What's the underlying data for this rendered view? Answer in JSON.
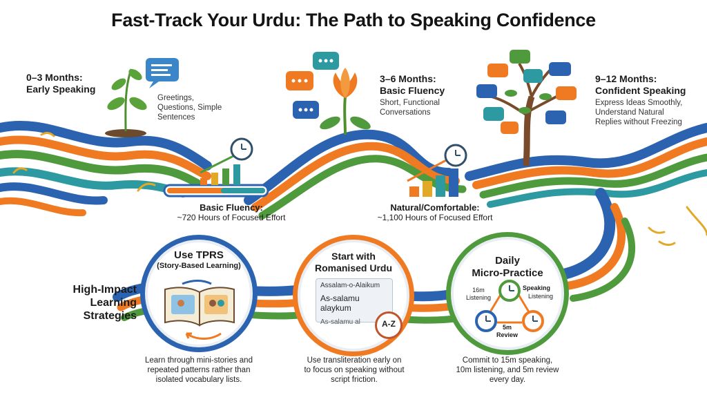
{
  "title": "Fast-Track Your Urdu: The Path to Speaking Confidence",
  "stages": [
    {
      "title_line1": "0–3 Months:",
      "title_line2": "Early Speaking",
      "desc_lines": [
        "Greetings,",
        "Questions, Simple",
        "Sentences"
      ]
    },
    {
      "title_line1": "3–6 Months:",
      "title_line2": "Basic Fluency",
      "desc_lines": [
        "Short, Functional",
        "Conversations"
      ]
    },
    {
      "title_line1": "9–12 Months:",
      "title_line2": "Confident Speaking",
      "desc_lines": [
        "Express Ideas Smoothly,",
        "Understand Natural",
        "Replies without Freezing"
      ]
    }
  ],
  "milestones": [
    {
      "label": "Basic Fluency:",
      "detail": "~720 Hours of Focused Effort"
    },
    {
      "label": "Natural/Comfortable:",
      "detail": "~1,100 Hours of Focused Effort"
    }
  ],
  "strategies_heading": [
    "High-Impact",
    "Learning",
    "Strategies"
  ],
  "strategies": [
    {
      "title_line1": "Use TPRS",
      "title_line2": "(Story-Based Learning)",
      "caption": [
        "Learn through mini-stories and",
        "repeated patterns rather than",
        "isolated vocabulary lists."
      ]
    },
    {
      "title_line1": "Start with",
      "title_line2": "Romanised Urdu",
      "card_lines": [
        "Assalam-o-Alaikum",
        "As-salamu alaykum",
        "As-salamu al"
      ],
      "badge": "A-Z",
      "caption": [
        "Use transliteration early on",
        "to focus on speaking without",
        "script friction."
      ]
    },
    {
      "title_line1": "Daily",
      "title_line2": "Micro-Practice",
      "clock_labels": {
        "a1": "16m",
        "a2": "Listening",
        "b1": "Speaking",
        "b2": "Listening",
        "c1": "5m",
        "c2": "Review"
      },
      "caption": [
        "Commit to 15m speaking,",
        "10m listening, and 5m review",
        "every day."
      ]
    }
  ],
  "colors": {
    "blue": "#2b63b0",
    "orange": "#ef7a22",
    "green": "#4f9a3c",
    "teal": "#2c9aa0",
    "gold": "#e2a928"
  }
}
